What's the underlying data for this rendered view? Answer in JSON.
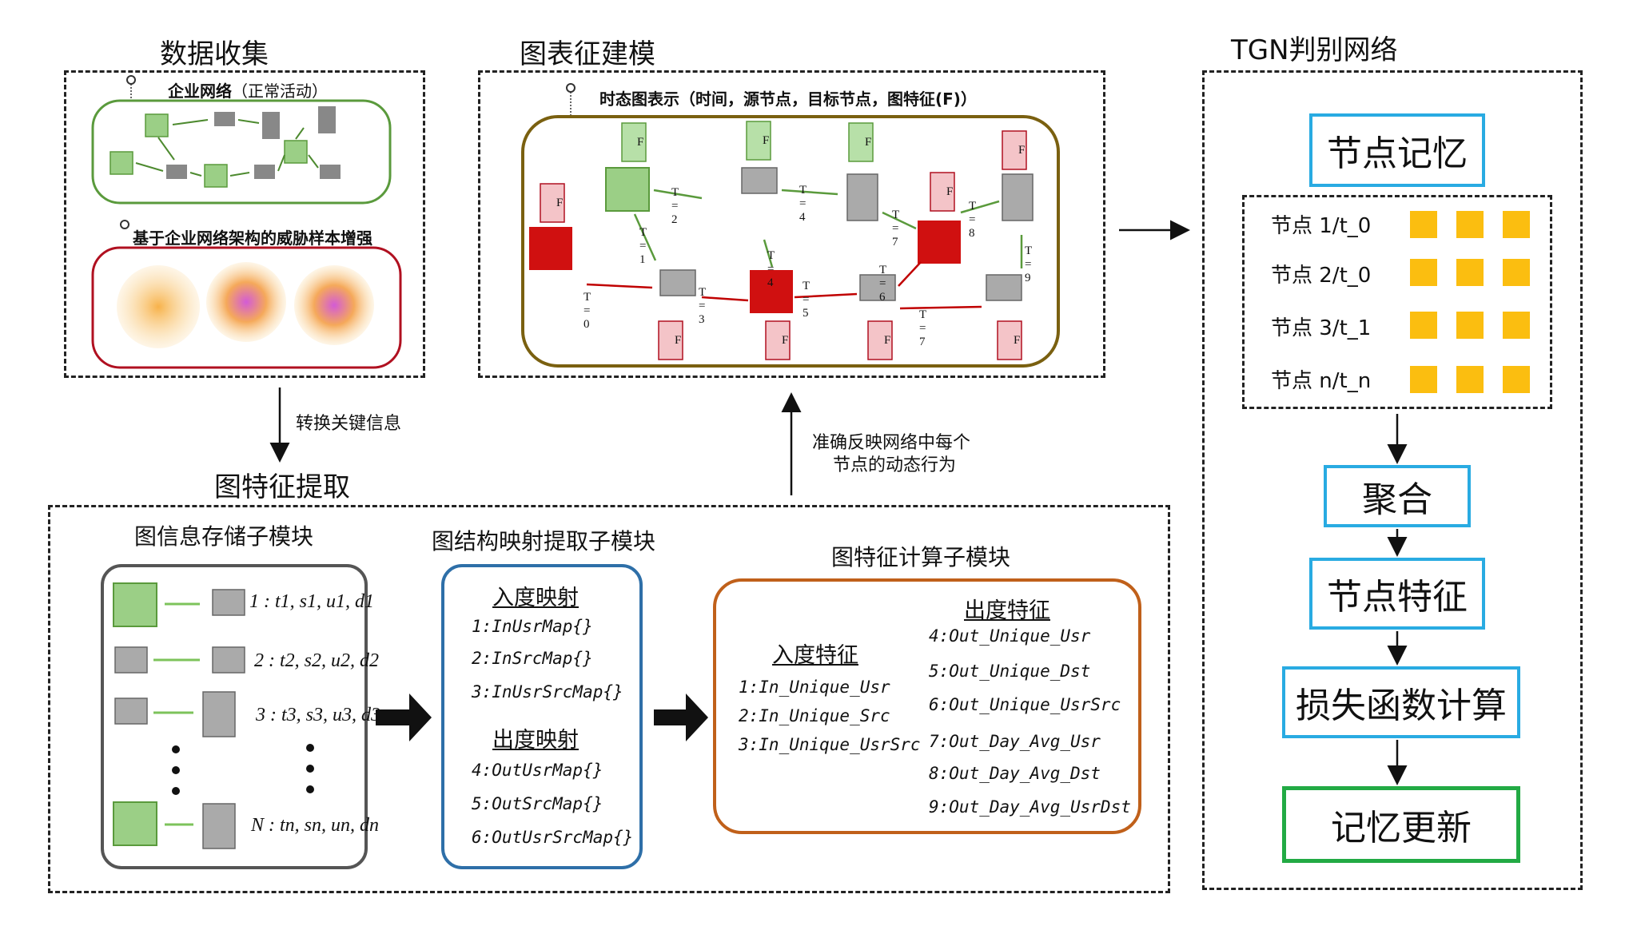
{
  "sections": {
    "data_collection": "数据收集",
    "graph_modeling": "图表征建模",
    "tgn": "TGN判别网络",
    "feature_extract": "图特征提取"
  },
  "data_collection": {
    "enterprise_label": "企业网络",
    "enterprise_sub": "（正常活动）",
    "augment_label": "基于企业网络架构的威胁样本增强"
  },
  "graph_modeling": {
    "caption": "时态图表示（时间，源节点，目标节点，图特征(F)）",
    "f_label": "F",
    "edges": [
      "T = 2",
      "T = 4",
      "T = 1",
      "T = 4",
      "T = 7",
      "T = 8",
      "T = 9",
      "T = 0",
      "T = 3",
      "T = 5",
      "T = 6",
      "T = 7"
    ]
  },
  "arrows": {
    "convert": "转换关键信息",
    "reflect_line1": "准确反映网络中每个",
    "reflect_line2": "节点的动态行为"
  },
  "tgn": {
    "node_memory": "节点记忆",
    "nodes": [
      "节点 1/t_0",
      "节点 2/t_0",
      "节点 3/t_1",
      "节点 n/t_n"
    ],
    "aggregate": "聚合",
    "node_feature": "节点特征",
    "loss": "损失函数计算",
    "memory_update": "记忆更新"
  },
  "feature_extract": {
    "storage_title": "图信息存储子模块",
    "rows": [
      "1 : t1, s1, u1, d1",
      "2 : t2, s2, u2, d2",
      "3 : t3, s3, u3, d3",
      "N : tn, sn, un, dn"
    ],
    "mapping_title": "图结构映射提取子模块",
    "in_map_hdr": "入度映射",
    "in_map": [
      "1:InUsrMap{}",
      "2:InSrcMap{}",
      "3:InUsrSrcMap{}"
    ],
    "out_map_hdr": "出度映射",
    "out_map": [
      "4:OutUsrMap{}",
      "5:OutSrcMap{}",
      "6:OutUsrSrcMap{}"
    ],
    "compute_title": "图特征计算子模块",
    "in_feat_hdr": "入度特征",
    "in_feat": [
      "1:In_Unique_Usr",
      "2:In_Unique_Src",
      "3:In_Unique_UsrSrc"
    ],
    "out_feat_hdr": "出度特征",
    "out_feat": [
      "4:Out_Unique_Usr",
      "5:Out_Unique_Dst",
      "6:Out_Unique_UsrSrc",
      "7:Out_Day_Avg_Usr",
      "8:Out_Day_Avg_Dst",
      "9:Out_Day_Avg_UsrDst"
    ]
  },
  "colors": {
    "accent_blue": "#29abe2",
    "green": "#22aa44",
    "square": "#fbbe10",
    "red": "#c00000",
    "green_node": "#8bc97a"
  }
}
